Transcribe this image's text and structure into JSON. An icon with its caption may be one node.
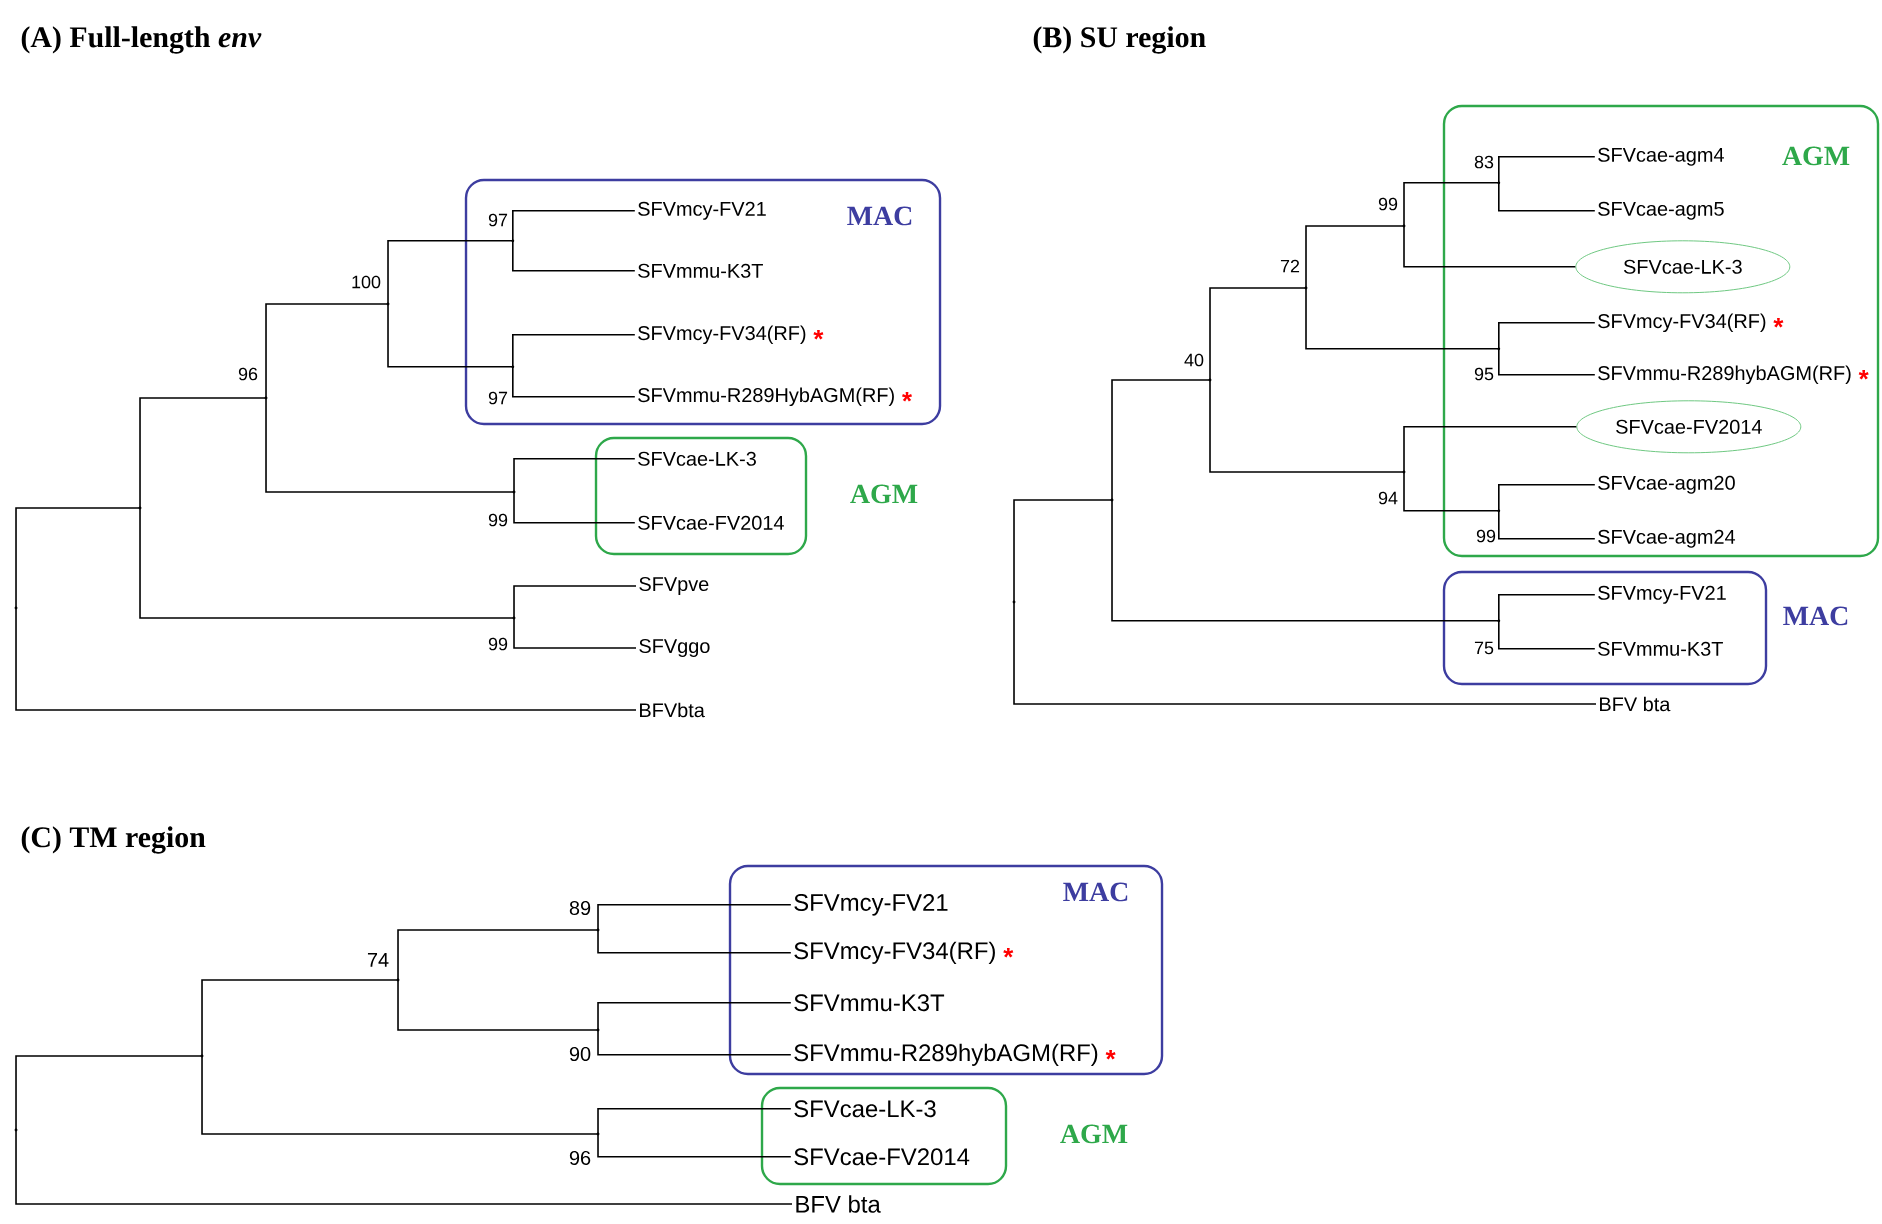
{
  "diagram": {
    "nodes": [
      {
        "text": [
          "MAC"
        ]
      },
      {
        "text": [
          "SFVmcy-FV21"
        ],
        "in": 0
      },
      {
        "text": [
          "SFVmmu-K3T"
        ],
        "in": 0
      },
      {
        "text": [
          "SFVmcy-FV34(RF)"
        ],
        "in": 0,
        "beside": [
          "*"
        ]
      },
      {
        "text": [
          "SFVmmu-R289HybAGM(RF)"
        ],
        "in": 0,
        "beside": [
          "*"
        ]
      },
      {
        "text": [
          "AGM"
        ]
      },
      {
        "text": [
          "SFVcae-LK-3"
        ],
        "in": 5
      },
      {
        "text": [
          "SFVcae-FV2014"
        ],
        "in": 5
      },
      {
        "text": [
          "SFVpve"
        ]
      },
      {
        "text": [
          "SFVggo"
        ]
      },
      {
        "text": [
          "BFVbta"
        ]
      },
      {
        "text": [],
        "shape": "point",
        "in": 0,
        "beside": [
          "97"
        ]
      },
      {
        "text": [],
        "shape": "point",
        "in": 0,
        "beside": [
          "97"
        ]
      },
      {
        "text": [],
        "shape": "point",
        "beside": [
          "100"
        ]
      },
      {
        "text": [],
        "shape": "point",
        "beside": [
          "99"
        ]
      },
      {
        "text": [],
        "shape": "point",
        "beside": [
          "96"
        ]
      },
      {
        "text": [],
        "shape": "point",
        "beside": [
          "99"
        ]
      },
      {
        "text": [],
        "shape": "point"
      },
      {
        "text": [],
        "shape": "point"
      },
      {
        "text": [
          "AGM"
        ]
      },
      {
        "text": [
          "SFVcae-agm4"
        ],
        "in": 19
      },
      {
        "text": [
          "SFVcae-agm5"
        ],
        "in": 19
      },
      {
        "text": [
          "SFVcae-LK-3"
        ],
        "in": 19
      },
      {
        "text": [
          "SFVmcy-FV34(RF)"
        ],
        "in": 19,
        "beside": [
          "*"
        ]
      },
      {
        "text": [
          "SFVmmu-R289hybAGM(RF)"
        ],
        "in": 19,
        "beside": [
          "*"
        ]
      },
      {
        "text": [
          "SFVcae-FV2014"
        ],
        "in": 19
      },
      {
        "text": [
          "SFVcae-agm20"
        ],
        "in": 19
      },
      {
        "text": [
          "SFVcae-agm24"
        ],
        "in": 19
      },
      {
        "text": [
          "MAC"
        ]
      },
      {
        "text": [
          "SFVmcy-FV21"
        ],
        "in": 28
      },
      {
        "text": [
          "SFVmmu-K3T"
        ],
        "in": 28
      },
      {
        "text": [
          "BFV bta"
        ]
      },
      {
        "text": [],
        "shape": "point",
        "in": 19,
        "beside": [
          "83"
        ]
      },
      {
        "text": [],
        "shape": "point",
        "beside": [
          "99"
        ]
      },
      {
        "text": [],
        "shape": "point",
        "in": 19,
        "beside": [
          "95"
        ]
      },
      {
        "text": [],
        "shape": "point",
        "beside": [
          "72"
        ]
      },
      {
        "text": [],
        "shape": "point",
        "in": 19,
        "beside": [
          "99"
        ]
      },
      {
        "text": [],
        "shape": "point",
        "beside": [
          "94"
        ]
      },
      {
        "text": [],
        "shape": "point",
        "beside": [
          "40"
        ]
      },
      {
        "text": [],
        "shape": "point",
        "in": 28,
        "beside": [
          "75"
        ]
      },
      {
        "text": [],
        "shape": "point"
      },
      {
        "text": [],
        "shape": "point"
      },
      {
        "text": [
          "MAC"
        ]
      },
      {
        "text": [
          "SFVmcy-FV21"
        ],
        "in": 42
      },
      {
        "text": [
          "SFVmcy-FV34(RF)"
        ],
        "in": 42,
        "beside": [
          "*"
        ]
      },
      {
        "text": [
          "SFVmmu-K3T"
        ],
        "in": 42
      },
      {
        "text": [
          "SFVmmu-R289hybAGM(RF)"
        ],
        "in": 42,
        "beside": [
          "*"
        ]
      },
      {
        "text": [
          "AGM"
        ]
      },
      {
        "text": [
          "SFVcae-LK-3"
        ],
        "in": 47
      },
      {
        "text": [
          "SFVcae-FV2014"
        ],
        "in": 47
      },
      {
        "text": [
          "BFV bta"
        ]
      },
      {
        "text": [],
        "shape": "point",
        "beside": [
          "89"
        ]
      },
      {
        "text": [],
        "shape": "point",
        "beside": [
          "90"
        ]
      },
      {
        "text": [],
        "shape": "point",
        "beside": [
          "74"
        ]
      },
      {
        "text": [],
        "shape": "point",
        "beside": [
          "96"
        ]
      },
      {
        "text": [],
        "shape": "point"
      },
      {
        "text": [],
        "shape": "point"
      }
    ],
    "edges": [
      {
        "from": 11,
        "to": 1,
        "arrow": "none"
      },
      {
        "from": 11,
        "to": 2,
        "arrow": "none"
      },
      {
        "from": 12,
        "to": 3,
        "arrow": "none"
      },
      {
        "from": 12,
        "to": 4,
        "arrow": "none"
      },
      {
        "from": 13,
        "to": 11,
        "arrow": "none"
      },
      {
        "from": 13,
        "to": 12,
        "arrow": "none"
      },
      {
        "from": 14,
        "to": 6,
        "arrow": "none"
      },
      {
        "from": 14,
        "to": 7,
        "arrow": "none"
      },
      {
        "from": 15,
        "to": 13,
        "arrow": "none"
      },
      {
        "from": 15,
        "to": 14,
        "arrow": "none"
      },
      {
        "from": 16,
        "to": 8,
        "arrow": "none"
      },
      {
        "from": 16,
        "to": 9,
        "arrow": "none"
      },
      {
        "from": 17,
        "to": 15,
        "arrow": "none"
      },
      {
        "from": 17,
        "to": 16,
        "arrow": "none"
      },
      {
        "from": 18,
        "to": 17,
        "arrow": "none"
      },
      {
        "from": 18,
        "to": 10,
        "arrow": "none"
      },
      {
        "from": 32,
        "to": 20,
        "arrow": "none"
      },
      {
        "from": 32,
        "to": 21,
        "arrow": "none"
      },
      {
        "from": 33,
        "to": 32,
        "arrow": "none"
      },
      {
        "from": 33,
        "to": 22,
        "arrow": "none"
      },
      {
        "from": 34,
        "to": 23,
        "arrow": "none"
      },
      {
        "from": 34,
        "to": 24,
        "arrow": "none"
      },
      {
        "from": 35,
        "to": 33,
        "arrow": "none"
      },
      {
        "from": 35,
        "to": 34,
        "arrow": "none"
      },
      {
        "from": 36,
        "to": 26,
        "arrow": "none"
      },
      {
        "from": 36,
        "to": 27,
        "arrow": "none"
      },
      {
        "from": 37,
        "to": 25,
        "arrow": "none"
      },
      {
        "from": 37,
        "to": 36,
        "arrow": "none"
      },
      {
        "from": 38,
        "to": 35,
        "arrow": "none"
      },
      {
        "from": 38,
        "to": 37,
        "arrow": "none"
      },
      {
        "from": 39,
        "to": 29,
        "arrow": "none"
      },
      {
        "from": 39,
        "to": 30,
        "arrow": "none"
      },
      {
        "from": 40,
        "to": 38,
        "arrow": "none"
      },
      {
        "from": 40,
        "to": 39,
        "arrow": "none"
      },
      {
        "from": 41,
        "to": 40,
        "arrow": "none"
      },
      {
        "from": 41,
        "to": 31,
        "arrow": "none"
      },
      {
        "from": 51,
        "to": 43,
        "arrow": "none"
      },
      {
        "from": 51,
        "to": 44,
        "arrow": "none"
      },
      {
        "from": 52,
        "to": 45,
        "arrow": "none"
      },
      {
        "from": 52,
        "to": 46,
        "arrow": "none"
      },
      {
        "from": 53,
        "to": 51,
        "arrow": "none"
      },
      {
        "from": 53,
        "to": 52,
        "arrow": "none"
      },
      {
        "from": 54,
        "to": 48,
        "arrow": "none"
      },
      {
        "from": 54,
        "to": 49,
        "arrow": "none"
      },
      {
        "from": 55,
        "to": 53,
        "arrow": "none"
      },
      {
        "from": 55,
        "to": 54,
        "arrow": "none"
      },
      {
        "from": 56,
        "to": 55,
        "arrow": "none"
      },
      {
        "from": 56,
        "to": 50,
        "arrow": "none"
      }
    ],
    "labels": [
      "(A) Full-length *env*",
      "(B) SU region",
      "(C) TM region"
    ]
  }
}
